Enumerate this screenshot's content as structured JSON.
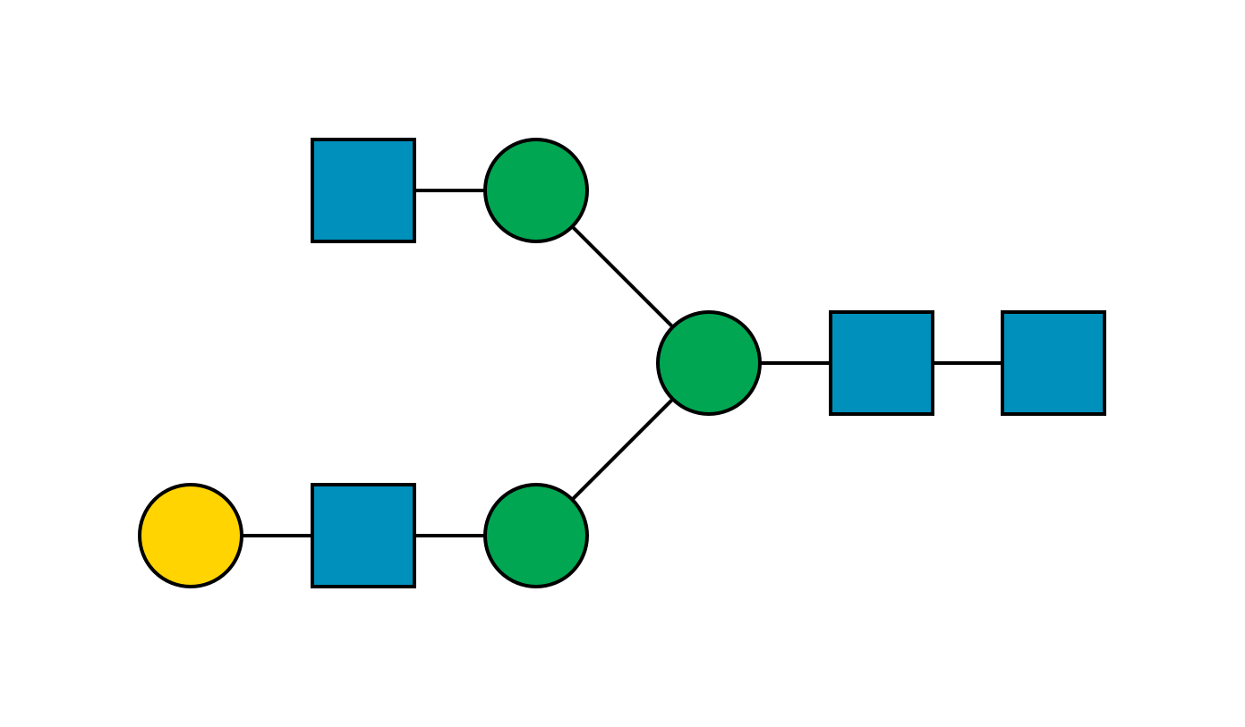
{
  "diagram": {
    "type": "glycan-structure",
    "colors": {
      "square": "#0090BC",
      "green_circle": "#00A651",
      "yellow_circle": "#FFD400",
      "outline": "#000000",
      "background": "#FFFFFF"
    },
    "nodes": [
      {
        "id": "n1",
        "shape": "square",
        "color": "#0090BC"
      },
      {
        "id": "n2",
        "shape": "square",
        "color": "#0090BC"
      },
      {
        "id": "n3",
        "shape": "circle",
        "color": "#00A651"
      },
      {
        "id": "n4",
        "shape": "circle",
        "color": "#00A651"
      },
      {
        "id": "n5",
        "shape": "square",
        "color": "#0090BC"
      },
      {
        "id": "n6",
        "shape": "circle",
        "color": "#00A651"
      },
      {
        "id": "n7",
        "shape": "square",
        "color": "#0090BC"
      },
      {
        "id": "n8",
        "shape": "circle",
        "color": "#FFD400"
      }
    ],
    "links": [
      {
        "from": "n1",
        "to": "n2"
      },
      {
        "from": "n2",
        "to": "n3"
      },
      {
        "from": "n3",
        "to": "n4"
      },
      {
        "from": "n4",
        "to": "n5"
      },
      {
        "from": "n3",
        "to": "n6"
      },
      {
        "from": "n6",
        "to": "n7"
      },
      {
        "from": "n7",
        "to": "n8"
      }
    ]
  }
}
